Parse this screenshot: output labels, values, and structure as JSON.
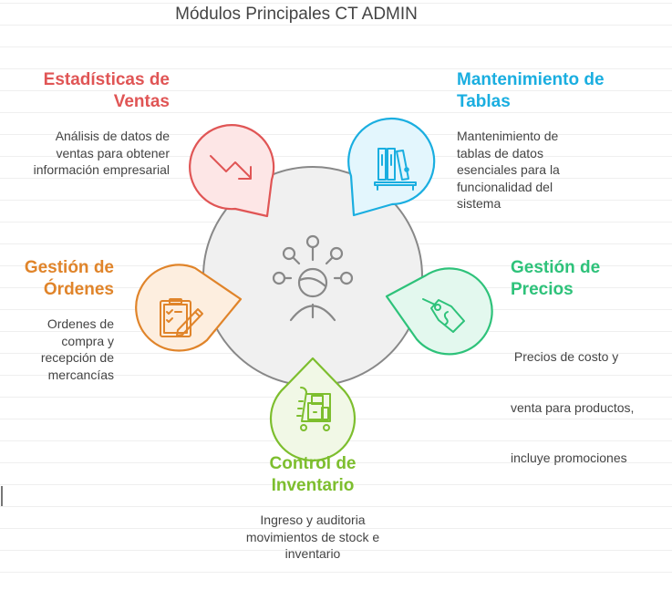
{
  "title": "Módulos Principales CT ADMIN",
  "colors": {
    "red": "#E05555",
    "blue": "#1AAEE0",
    "orange": "#E0842A",
    "green": "#2EC27A",
    "lime": "#7DBE2E",
    "hub": "#888888",
    "hub_fill": "#F0F0F0",
    "text": "#444444"
  },
  "hub": {
    "icon": "person-network-icon"
  },
  "modules": [
    {
      "id": "estadisticas",
      "title_line1": "Estadísticas de",
      "title_line2": "Ventas",
      "desc_lines": [
        "Análisis de datos de",
        "ventas para obtener",
        "información empresarial"
      ],
      "icon": "trend-down-icon",
      "color": "#E05555"
    },
    {
      "id": "mantenimiento",
      "title_line1": "Mantenimiento de",
      "title_line2": "Tablas",
      "desc_lines": [
        "Mantenimiento de",
        "tablas de datos",
        "esenciales para la",
        "funcionalidad del",
        "sistema"
      ],
      "icon": "binders-shelf-icon",
      "color": "#1AAEE0"
    },
    {
      "id": "ordenes",
      "title_line1": "Gestión de",
      "title_line2": "Órdenes",
      "desc_lines": [
        "Ordenes de",
        "compra y",
        "recepción de",
        "mercancías"
      ],
      "icon": "clipboard-pencil-icon",
      "color": "#E0842A"
    },
    {
      "id": "precios",
      "title_line1": "Gestión de",
      "title_line2": "Precios",
      "desc_lines": [
        " Precios de costo y",
        "venta para productos,",
        "incluye promociones"
      ],
      "icon": "price-tag-icon",
      "color": "#2EC27A"
    },
    {
      "id": "inventario",
      "title_line1": "Control de",
      "title_line2": "Inventario",
      "desc_lines": [
        "Ingreso y auditoria",
        "movimientos de stock e",
        "inventario"
      ],
      "icon": "inventory-cart-icon",
      "color": "#7DBE2E"
    }
  ]
}
